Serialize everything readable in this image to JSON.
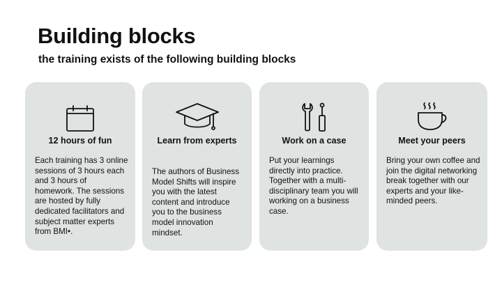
{
  "header": {
    "title": "Building blocks",
    "subtitle": "the training exists of the following building blocks"
  },
  "cards": [
    {
      "icon": "calendar-icon",
      "heading": "12 hours of fun",
      "body": "Each training has 3 online sessions of 3 hours each and 3 hours of homework. The sessions are hosted by fully dedicated facilitators and subject matter experts from BMI•."
    },
    {
      "icon": "graduation-cap-icon",
      "heading": "Learn from experts",
      "body": "The authors of Business Model Shifts will inspire you with the latest content and introduce you to the business model innovation mindset."
    },
    {
      "icon": "tools-icon",
      "heading": "Work on a case",
      "body": "Put your learnings directly into practice. Together with a multi-disciplinary team you will working on a business case."
    },
    {
      "icon": "coffee-cup-icon",
      "heading": "Meet your peers",
      "body": "Bring your own coffee and join the digital networking break together with our experts and your like-minded peers."
    }
  ],
  "colors": {
    "card_background": "#dfe3e2",
    "text": "#111111"
  }
}
